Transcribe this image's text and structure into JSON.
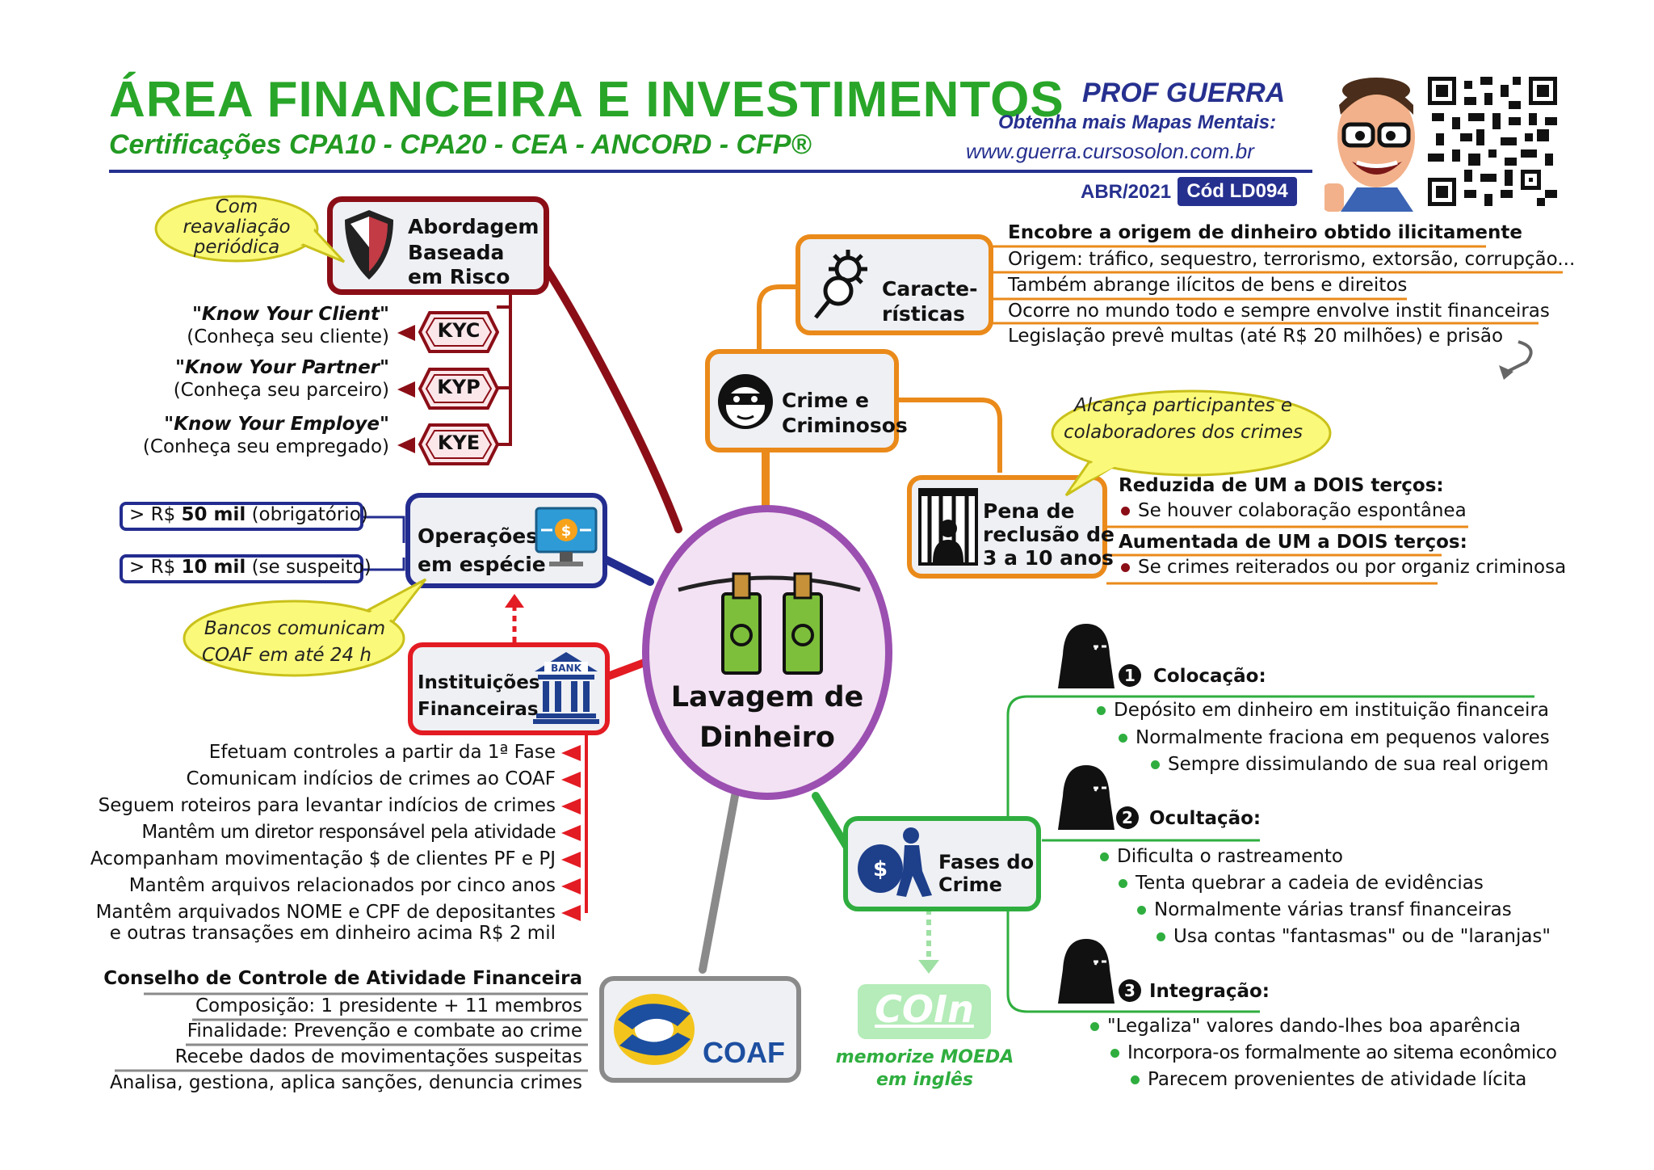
{
  "header": {
    "title": "ÁREA FINANCEIRA E INVESTIMENTOS",
    "subtitle": "Certificações CPA10 - CPA20 - CEA - ANCORD - CFP®",
    "author": "PROF GUERRA",
    "more_maps": "Obtenha mais Mapas Mentais:",
    "url": "www.guerra.cursosolon.com.br",
    "date": "ABR/2021",
    "code": "Cód LD094"
  },
  "colors": {
    "green_title": "#29a629",
    "navy": "#26308f",
    "maroon": "#8b0e17",
    "orange": "#ea8a1a",
    "blue": "#232c8f",
    "red": "#e31b23",
    "green": "#2fae3f",
    "grey": "#8a8a8a",
    "purple": "#9b4fb0",
    "bubble": "#fbf97a"
  },
  "center": {
    "line1": "Lavagem de",
    "line2": "Dinheiro"
  },
  "risk": {
    "line1": "Abordagem",
    "line2": "Baseada",
    "line3": "em Risco",
    "bubble": [
      "Com",
      "reavaliação",
      "periódica"
    ],
    "items": [
      {
        "code": "KYC",
        "en": "\"Know Your Client\"",
        "pt": "(Conheça seu cliente)"
      },
      {
        "code": "KYP",
        "en": "\"Know Your Partner\"",
        "pt": "(Conheça seu parceiro)"
      },
      {
        "code": "KYE",
        "en": "\"Know Your Employe\"",
        "pt": "(Conheça seu empregado)"
      }
    ]
  },
  "cash": {
    "line1": "Operações",
    "line2": "em espécie",
    "limit1_prefix": "> R$",
    "limit1_value": "50 mil",
    "limit1_note": "(obrigatório)",
    "limit2_prefix": "> R$",
    "limit2_value": "10 mil",
    "limit2_note": "(se suspeito)",
    "bubble": [
      "Bancos comunicam",
      "COAF em até 24 h"
    ]
  },
  "institutions": {
    "line1": "Instituições",
    "line2": "Financeiras",
    "bank_label": "BANK",
    "items": [
      "Efetuam controles a partir da 1ª Fase",
      "Comunicam indícios de crimes ao COAF",
      "Seguem roteiros para levantar indícios de crimes",
      "Mantêm um diretor responsável pela atividade",
      "Acompanham movimentação $ de clientes PF e PJ",
      "Mantêm arquivos relacionados por cinco anos",
      "Mantêm arquivados NOME e CPF de depositantes",
      "e outras transações em dinheiro acima R$ 2 mil"
    ]
  },
  "coaf": {
    "logo_text": "COAF",
    "heading": "Conselho de Controle de Atividade Financeira",
    "items": [
      "Composição: 1 presidente + 11 membros",
      "Finalidade: Prevenção e combate ao crime",
      "Recebe dados de movimentações suspeitas",
      "Analisa, gestiona, aplica sanções, denuncia crimes"
    ]
  },
  "characteristics": {
    "line1": "Caracte-",
    "line2": "rísticas",
    "items": [
      "Encobre a origem de dinheiro obtido ilicitamente",
      "Origem: tráfico, sequestro, terrorismo, extorsão, corrupção...",
      "Também abrange ilícitos de bens e direitos",
      "Ocorre no mundo todo e sempre envolve instit financeiras",
      "Legislação prevê multas (até R$ 20 milhões) e prisão"
    ]
  },
  "crime": {
    "line1": "Crime e",
    "line2": "Criminosos"
  },
  "penalty": {
    "line1": "Pena de",
    "line2": "reclusão de",
    "line3": "3 a 10 anos",
    "bubble": [
      "Alcança participantes e",
      "colaboradores dos crimes"
    ],
    "reduced_title": "Reduzida de UM a DOIS terços:",
    "reduced_item": "Se houver colaboração espontânea",
    "increased_title": "Aumentada de UM a DOIS terços:",
    "increased_item": "Se crimes reiterados ou por organiz criminosa"
  },
  "phases": {
    "line1": "Fases do",
    "line2": "Crime",
    "coin": "COIn",
    "coin_note1": "memorize MOEDA",
    "coin_note2": "em inglês",
    "list": [
      {
        "num": "1",
        "title": "Colocação:",
        "items": [
          "Depósito em dinheiro em instituição financeira",
          "Normalmente fraciona em pequenos valores",
          "Sempre dissimulando de sua real origem"
        ]
      },
      {
        "num": "2",
        "title": "Ocultação:",
        "items": [
          "Dificulta o rastreamento",
          "Tenta quebrar a cadeia de evidências",
          "Normalmente várias transf financeiras",
          "Usa contas \"fantasmas\" ou de \"laranjas\""
        ]
      },
      {
        "num": "3",
        "title": "Integração:",
        "items": [
          "\"Legaliza\" valores dando-lhes boa aparência",
          "Incorpora-os formalmente ao sitema econômico",
          "Parecem provenientes de atividade lícita"
        ]
      }
    ]
  }
}
